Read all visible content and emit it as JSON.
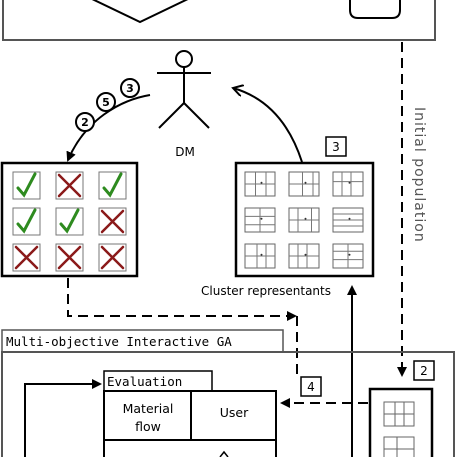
{
  "actor": {
    "label": "DM"
  },
  "ranking_badges": [
    "3",
    "5",
    "2"
  ],
  "selection_grid": {
    "cells": [
      "check",
      "cross",
      "check",
      "check",
      "check",
      "cross",
      "cross",
      "cross",
      "cross"
    ],
    "colors": {
      "check": "#2e8b1f",
      "cross": "#8b1a1a"
    }
  },
  "cluster_box": {
    "badge": "3",
    "caption": "Cluster representants"
  },
  "initial_population": {
    "label": "Initial population"
  },
  "ga_panel": {
    "title": "Multi-objective Interactive GA",
    "evaluation_tab": "Evaluation",
    "material_flow_line1": "Material",
    "material_flow_line2": "flow",
    "user_cell": "User"
  },
  "step_badges": {
    "population": "2",
    "evaluation": "4"
  }
}
